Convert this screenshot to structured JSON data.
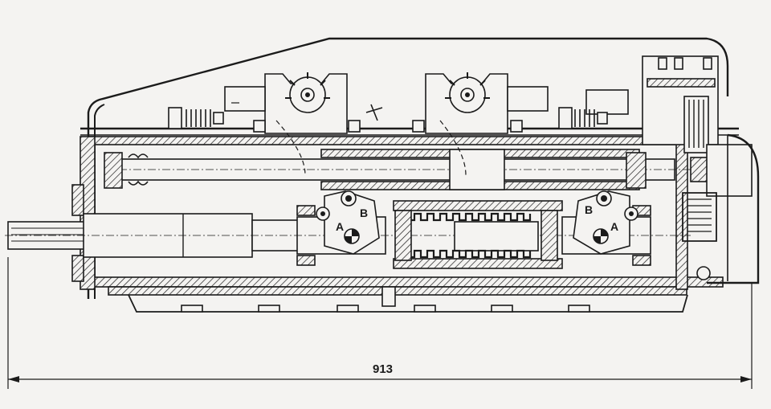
{
  "drawing": {
    "labels": {
      "left_a": "A",
      "left_b": "B",
      "right_a": "A",
      "right_b": "B"
    },
    "dimension": {
      "overall_length": "913"
    }
  }
}
